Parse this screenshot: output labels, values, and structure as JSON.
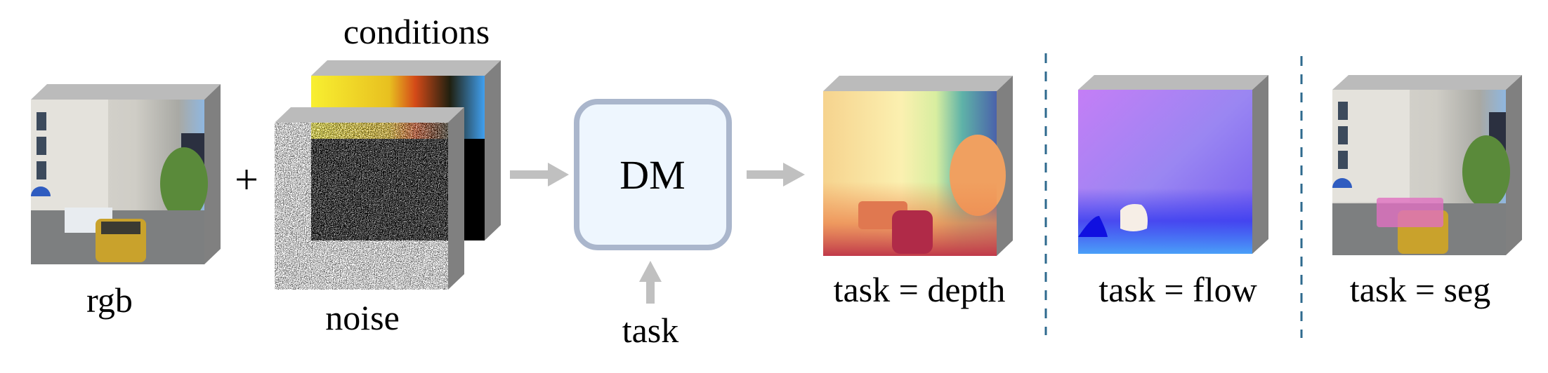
{
  "labels": {
    "conditions": "conditions",
    "rgb": "rgb",
    "noise": "noise",
    "plus": "+",
    "model": "DM",
    "task": "task",
    "outputs": [
      "task = depth",
      "task = flow",
      "task = seg"
    ]
  },
  "colors": {
    "cube_top": "#bbbbbb",
    "cube_side": "#808080",
    "arrow": "#c0c0c0",
    "dm_border": "#aab6cc",
    "dm_fill": "#eef6fe",
    "divider": "#2e6a8e"
  }
}
